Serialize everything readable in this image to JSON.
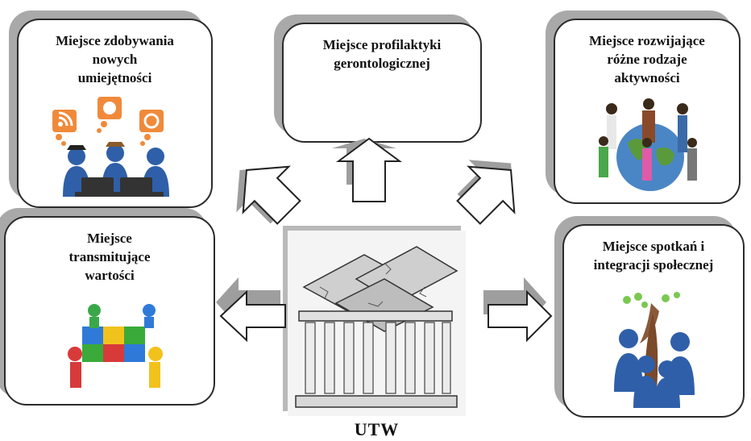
{
  "boxes": {
    "skills": "Miejsce zdobywania\nnowych\numiejętności",
    "prophylaxis": "Miejsce profilaktyki\ngerontologicznej",
    "activity": "Miejsce rozwijające\nróżne rodzaje\naktywności",
    "values": "Miejsce\ntransmitujące\nwartości",
    "integration": "Miejsce spotkań i\nintegracji społecznej"
  },
  "center": {
    "label": "UTW"
  },
  "colors": {
    "border": "#2b2b2b",
    "shadow": "#a9a9a9",
    "figure_blue": "#2f5fa8",
    "arrow_shadow": "#9e9e9e"
  },
  "icons": [
    "rss-bubble-icon",
    "people-at-laptops-icon",
    "people-around-globe-icon",
    "puzzle-team-icon",
    "people-at-tree-icon",
    "university-building-icon"
  ]
}
